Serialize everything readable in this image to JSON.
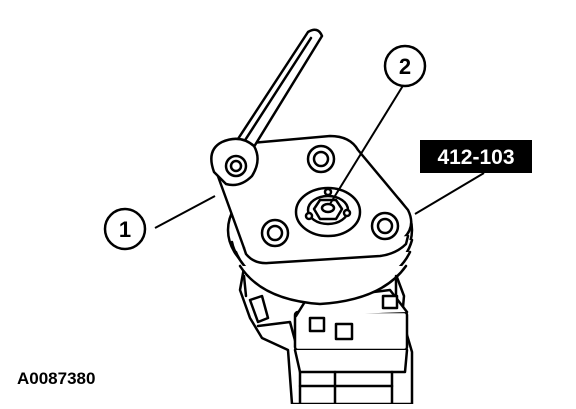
{
  "illustration": {
    "callouts": [
      {
        "id": "1",
        "label": "1"
      },
      {
        "id": "2",
        "label": "2"
      }
    ],
    "tool_tag": {
      "label": "412-103"
    },
    "figure_id": "A0087380",
    "colors": {
      "ink": "#000000",
      "paper": "#ffffff",
      "tag_fill": "#000000"
    }
  }
}
